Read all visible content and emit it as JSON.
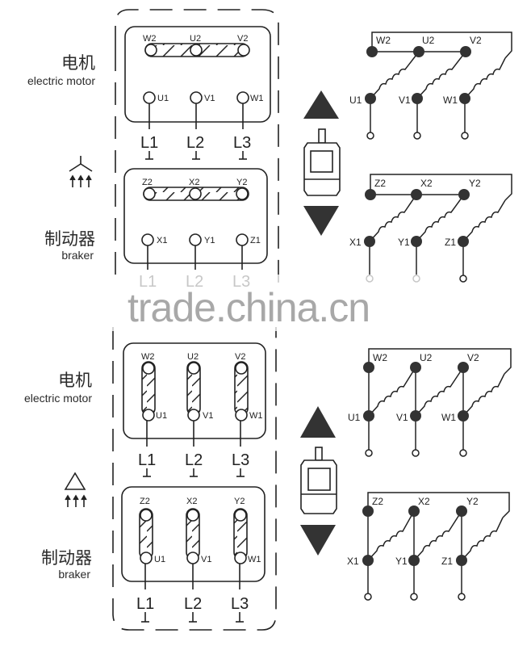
{
  "labels": {
    "motor_cn": "电机",
    "motor_en": "electric motor",
    "braker_cn": "制动器",
    "braker_en": "braker"
  },
  "watermark": "trade.china.cn",
  "line_labels": [
    "L1",
    "L2",
    "L3"
  ],
  "star_section": {
    "symbol": "star-connection",
    "motor_box": {
      "top": [
        "W2",
        "U2",
        "V2"
      ],
      "bottom": [
        "U1",
        "V1",
        "W1"
      ]
    },
    "braker_box": {
      "top": [
        "Z2",
        "X2",
        "Y2"
      ],
      "bottom": [
        "X1",
        "Y1",
        "Z1"
      ]
    },
    "motor_schematic": {
      "top": [
        "W2",
        "U2",
        "V2"
      ],
      "bottom": [
        "U1",
        "V1",
        "W1"
      ]
    },
    "braker_schematic": {
      "top": [
        "Z2",
        "X2",
        "Y2"
      ],
      "bottom": [
        "X1",
        "Y1",
        "Z1"
      ]
    }
  },
  "delta_section": {
    "symbol": "delta-connection",
    "motor_box": {
      "top": [
        "W2",
        "U2",
        "V2"
      ],
      "bottom": [
        "U1",
        "V1",
        "W1"
      ]
    },
    "braker_box": {
      "top": [
        "Z2",
        "X2",
        "Y2"
      ],
      "bottom": [
        "U1",
        "V1",
        "W1"
      ]
    },
    "motor_schematic": {
      "top": [
        "W2",
        "U2",
        "V2"
      ],
      "bottom": [
        "U1",
        "V1",
        "W1"
      ]
    },
    "braker_schematic": {
      "top": [
        "Z2",
        "X2",
        "Y2"
      ],
      "bottom": [
        "X1",
        "Y1",
        "Z1"
      ]
    }
  },
  "colors": {
    "line": "#222222",
    "fill": "#333333",
    "watermark": "#a8a8a8"
  }
}
